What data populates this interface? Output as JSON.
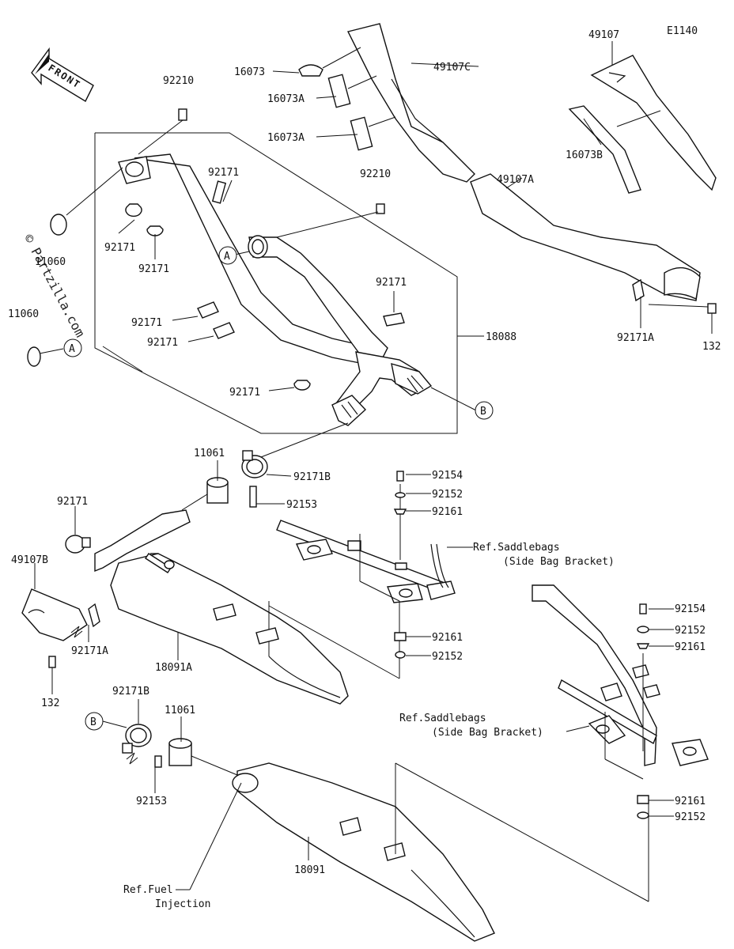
{
  "diagram_code": "E1140",
  "front_label": "FRONT",
  "watermark": "© Partzilla.com",
  "callouts": {
    "a": "A",
    "b": "B"
  },
  "labels": {
    "p16073": "16073",
    "p16073A_1": "16073A",
    "p16073A_2": "16073A",
    "p16073B": "16073B",
    "p49107": "49107",
    "p49107C": "49107C",
    "p49107A": "49107A",
    "p49107B": "49107B",
    "p92210_1": "92210",
    "p92210_2": "92210",
    "p92171_1": "92171",
    "p92171_2": "92171",
    "p92171_3": "92171",
    "p92171_4": "92171",
    "p92171_5": "92171",
    "p92171_6": "92171",
    "p92171_7": "92171",
    "p92171_8": "92171",
    "p92171A_1": "92171A",
    "p92171A_2": "92171A",
    "p92171B_1": "92171B",
    "p92171B_2": "92171B",
    "p11060_1": "11060",
    "p11060_2": "11060",
    "p11061_1": "11061",
    "p11061_2": "11061",
    "p18088": "18088",
    "p18091A": "18091A",
    "p18091": "18091",
    "p132_1": "132",
    "p132_2": "132",
    "p92154_1": "92154",
    "p92154_2": "92154",
    "p92152_1": "92152",
    "p92152_2": "92152",
    "p92152_3": "92152",
    "p92152_4": "92152",
    "p92161_1": "92161",
    "p92161_2": "92161",
    "p92161_3": "92161",
    "p92161_4": "92161",
    "p92153_1": "92153",
    "p92153_2": "92153"
  },
  "references": {
    "saddlebags_1_line1": "Ref.Saddlebags",
    "saddlebags_1_line2": "(Side Bag Bracket)",
    "saddlebags_2_line1": "Ref.Saddlebags",
    "saddlebags_2_line2": "(Side Bag Bracket)",
    "fuel_line1": "Ref.Fuel",
    "fuel_line2": "Injection"
  }
}
